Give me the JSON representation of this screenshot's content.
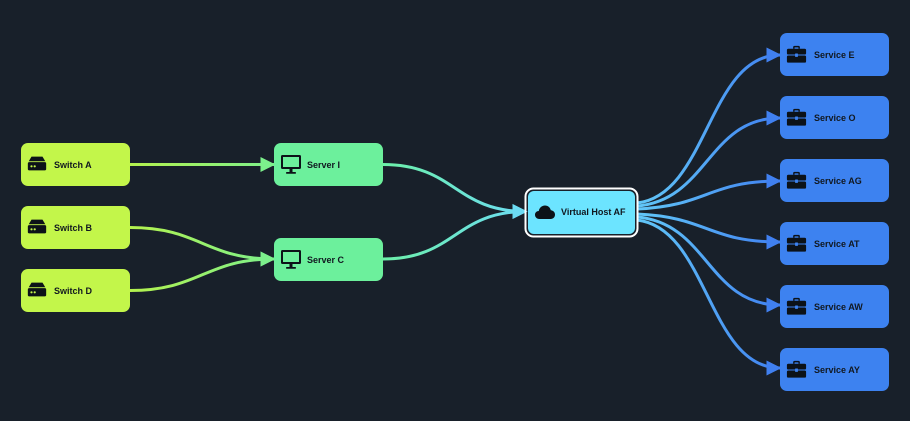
{
  "colors": {
    "background": "#18202a",
    "switch": "#c3f64a",
    "server": "#6cf09c",
    "host": "#6ce4ff",
    "service": "#3d82f0",
    "edge_switch": "#a0f078",
    "edge_server": "#70f0c8",
    "edge_service": "#4a8ef5"
  },
  "nodes": {
    "switch_a": {
      "label": "Switch A",
      "kind": "switch",
      "icon": "server-rack-icon"
    },
    "switch_b": {
      "label": "Switch B",
      "kind": "switch",
      "icon": "server-rack-icon"
    },
    "switch_d": {
      "label": "Switch D",
      "kind": "switch",
      "icon": "server-rack-icon"
    },
    "server_i": {
      "label": "Server I",
      "kind": "server",
      "icon": "monitor-icon"
    },
    "server_c": {
      "label": "Server C",
      "kind": "server",
      "icon": "monitor-icon"
    },
    "host_af": {
      "label": "Virtual Host AF",
      "kind": "host",
      "icon": "cloud-icon"
    },
    "service_e": {
      "label": "Service E",
      "kind": "service",
      "icon": "briefcase-icon"
    },
    "service_o": {
      "label": "Service O",
      "kind": "service",
      "icon": "briefcase-icon"
    },
    "service_ag": {
      "label": "Service AG",
      "kind": "service",
      "icon": "briefcase-icon"
    },
    "service_at": {
      "label": "Service AT",
      "kind": "service",
      "icon": "briefcase-icon"
    },
    "service_aw": {
      "label": "Service AW",
      "kind": "service",
      "icon": "briefcase-icon"
    },
    "service_ay": {
      "label": "Service AY",
      "kind": "service",
      "icon": "briefcase-icon"
    }
  },
  "edges": [
    {
      "from": "switch_a",
      "to": "server_i"
    },
    {
      "from": "switch_b",
      "to": "server_c"
    },
    {
      "from": "switch_d",
      "to": "server_c"
    },
    {
      "from": "server_i",
      "to": "host_af"
    },
    {
      "from": "server_c",
      "to": "host_af"
    },
    {
      "from": "host_af",
      "to": "service_e"
    },
    {
      "from": "host_af",
      "to": "service_o"
    },
    {
      "from": "host_af",
      "to": "service_ag"
    },
    {
      "from": "host_af",
      "to": "service_at"
    },
    {
      "from": "host_af",
      "to": "service_aw"
    },
    {
      "from": "host_af",
      "to": "service_ay"
    }
  ]
}
